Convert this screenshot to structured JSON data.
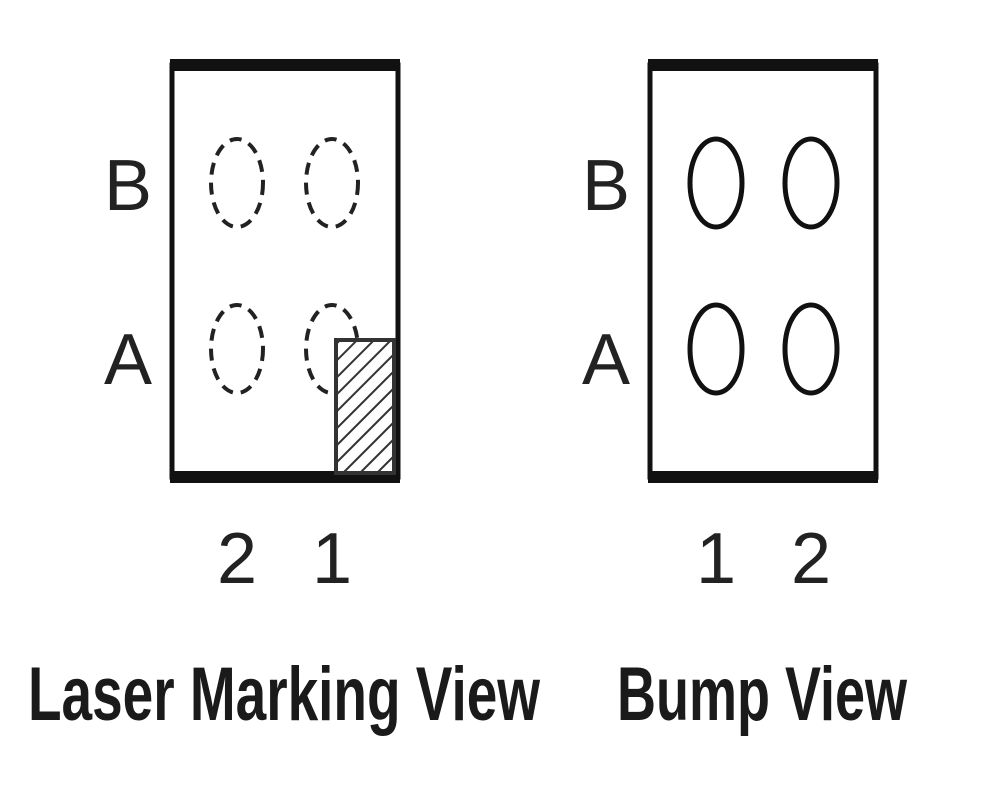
{
  "colors": {
    "stroke": "#111111",
    "text": "#222222",
    "background": "#ffffff"
  },
  "views": [
    {
      "caption": "Laser Marking View",
      "row_labels": [
        "B",
        "A"
      ],
      "col_labels": [
        "2",
        "1"
      ],
      "bump_style": "dashed",
      "pin1_marker": "hatched-square"
    },
    {
      "caption": "Bump View",
      "row_labels": [
        "B",
        "A"
      ],
      "col_labels": [
        "1",
        "2"
      ],
      "bump_style": "solid"
    }
  ]
}
